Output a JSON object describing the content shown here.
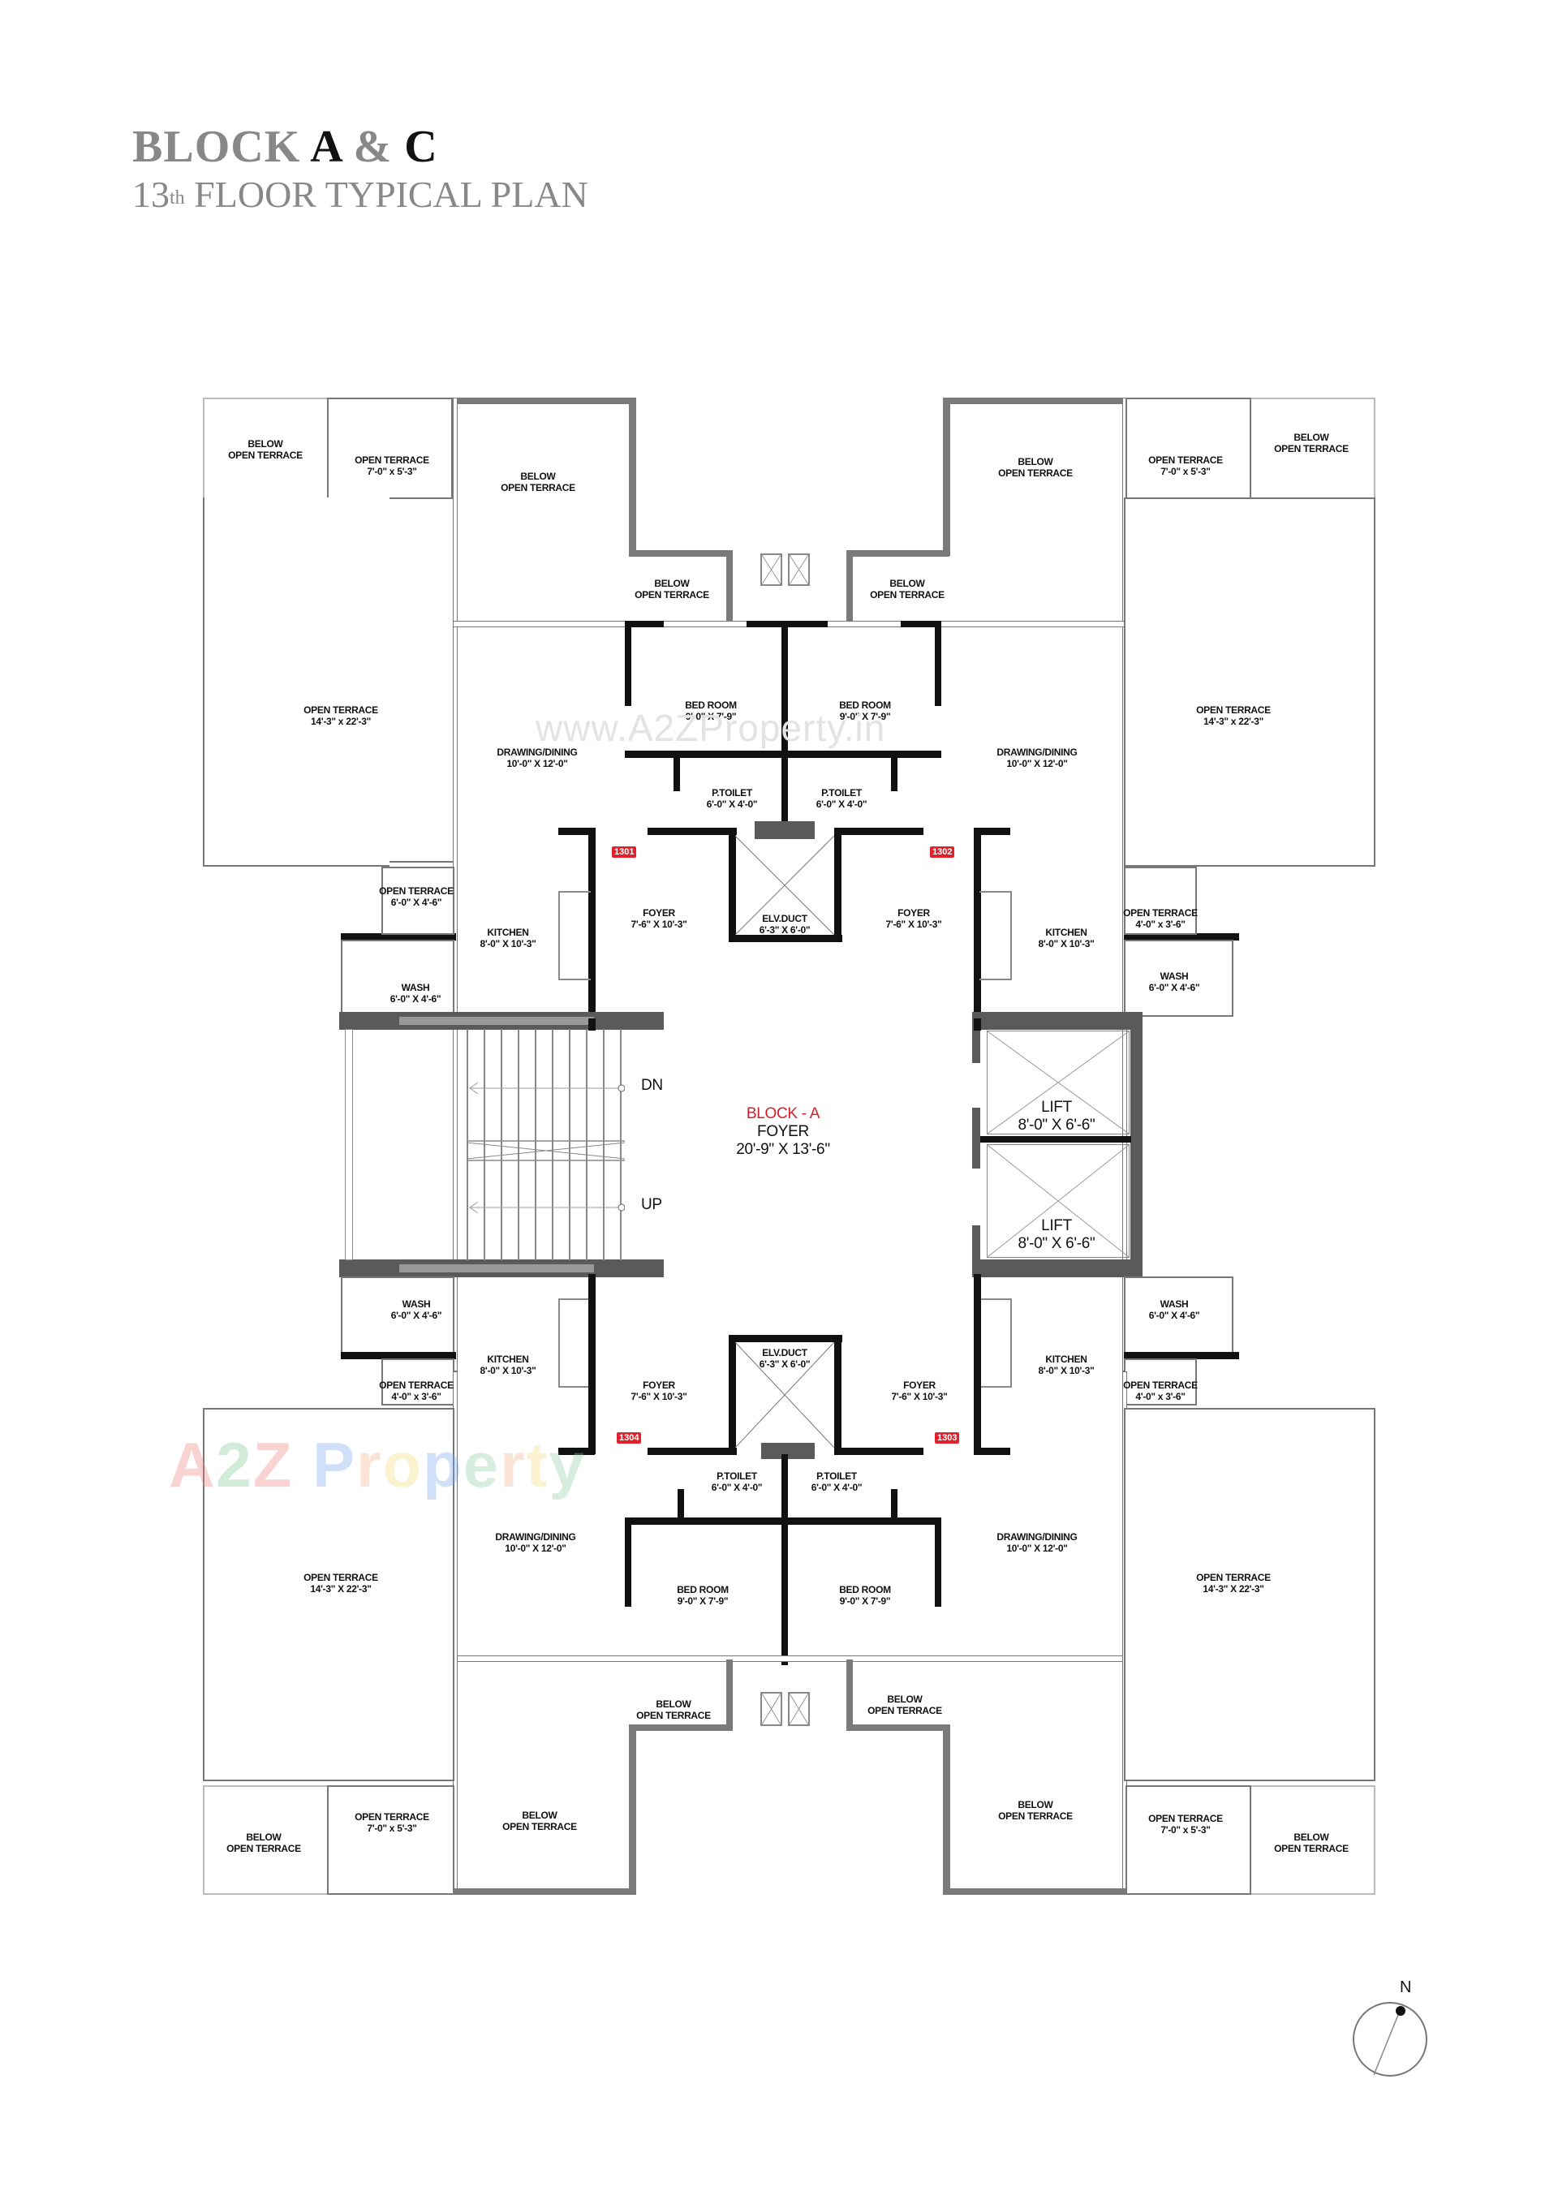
{
  "header": {
    "title_prefix": "BLOCK",
    "title_a": "A",
    "title_amp": "&",
    "title_c": "C",
    "subtitle_num": "13",
    "subtitle_sup": "th",
    "subtitle_rest": "FLOOR TYPICAL PLAN"
  },
  "watermarks": {
    "url": "www.A2ZProperty.in",
    "brand": [
      "A",
      "2",
      "Z",
      " ",
      "P",
      "r",
      "o",
      "p",
      "e",
      "r",
      "t",
      "y"
    ],
    "brand_colors": [
      "#f08080",
      "#7cc88f",
      "#f08080",
      "#fff",
      "#7aa8ef",
      "#f6b48a",
      "#f6dc77",
      "#7aa8ef",
      "#8fd1a6",
      "#f6b48a",
      "#f6dc77",
      "#8fd1a6"
    ]
  },
  "core": {
    "block_label": "BLOCK - A",
    "foyer_label": "FOYER",
    "foyer_size": "20'-9\" X 13'-6\"",
    "stair_dn": "DN",
    "stair_up": "UP",
    "lift1_label": "LIFT",
    "lift1_size": "8'-0\" X 6'-6\"",
    "lift2_label": "LIFT",
    "lift2_size": "8'-0\" X 6'-6\""
  },
  "units": {
    "u1301": "1301",
    "u1302": "1302",
    "u1303": "1303",
    "u1304": "1304"
  },
  "rooms": {
    "below_open_terrace": "BELOW\nOPEN TERRACE",
    "below": "BELOW",
    "open_terrace": "OPEN TERRACE",
    "bed_room": "BED ROOM",
    "bed_room_size": "9'-0\" X 7'-9\"",
    "p_toilet": "P.TOILET",
    "p_toilet_size": "6'-0\" X 4'-0\"",
    "elv_duct": "ELV.DUCT",
    "elv_duct_size": "6'-3\" X 6'-0\"",
    "foyer": "FOYER",
    "foyer_size_a": "7'-6\" X 10'-3\"",
    "foyer_size_b": "7'-6\" X 10'-3\"",
    "drawing_dining": "DRAWING/DINING",
    "drawing_dining_size": "10'-0\" X 12'-0\"",
    "kitchen": "KITCHEN",
    "kitchen_size": "8'-0\" X 10'-3\"",
    "wash": "WASH",
    "wash_size": "6'-0\" X 4'-6\"",
    "terrace_small_size": "7'-0\" x 5'-3\"",
    "terrace_large_size_top": "14'-3\" x 22'-3\"",
    "terrace_large_size_bottom": "14'-3\" X 22'-3\"",
    "terrace_kitchen_left_top": "6'-0\" X 4'-6\"",
    "terrace_kitchen_right_top": "4'-0\" x 3'-6\"",
    "terrace_kitchen_left_bottom": "4'-0\" x 3'-6\"",
    "terrace_kitchen_right_bottom": "4'-0\" x 3'-6\""
  },
  "compass": {
    "north_label": "N"
  }
}
